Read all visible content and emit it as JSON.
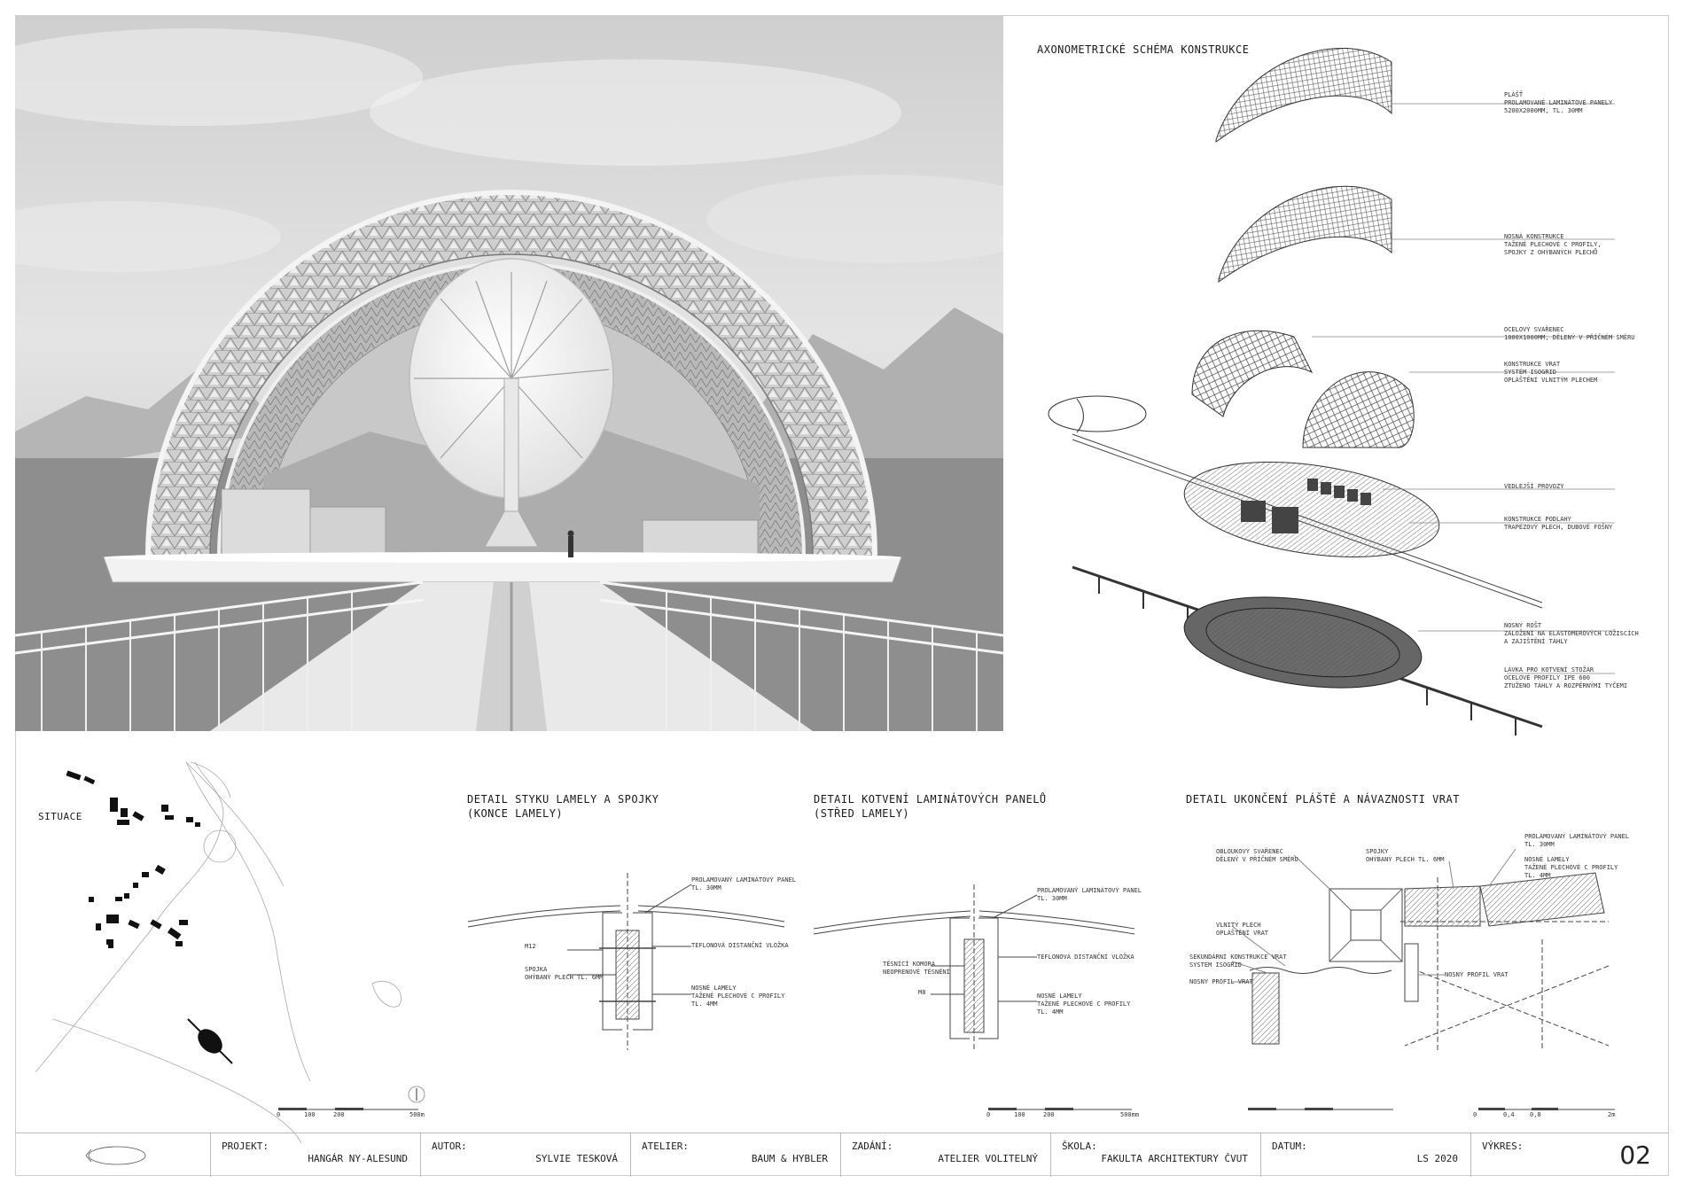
{
  "headings": {
    "axonometry": "AXONOMETRICKÉ SCHÉMA KONSTRUKCE",
    "situation": "SITUACE",
    "detail1": [
      "DETAIL STYKU LAMELY A SPOJKY",
      "(KONCE LAMELY)"
    ],
    "detail2": [
      "DETAIL KOTVENÍ LAMINÁTOVÝCH PANELŮ",
      "(STŘED LAMELY)"
    ],
    "detail3": "DETAIL UKONČENÍ PLÁŠTĚ A NÁVAZNOSTI VRAT"
  },
  "axo_labels": [
    [
      "PLÁŠŤ",
      "PROLAMOVANÉ LAMINÁTOVÉ PANELY",
      "5200x2000mm, TL. 30mm"
    ],
    [
      "NOSNÁ KONSTRUKCE",
      "TAŽENÉ PLECHOVÉ C PROFILY,",
      "SPOJKY Z OHÝBANÝCH PLECHŮ"
    ],
    [
      "OCELOVÝ SVAŘENEC",
      "1000x1000mm, DĚLENÝ V PŘÍČNÉM SMĚRU"
    ],
    [
      "KONSTRUKCE VRAT",
      "SYSTÉM ISOGRID",
      "OPLÁŠTĚNÍ VLNITÝM PLECHEM"
    ],
    [
      "VEDLEJŠÍ PROVOZY"
    ],
    [
      "KONSTRUKCE PODLAHY",
      "TRAPÉZOVÝ PLECH, DUBOVÉ FOŠNY"
    ],
    [
      "NOSNÝ ROŠT",
      "ZALOŽENÍ NA ELASTOMEROVÝCH LOŽISCÍCH",
      "A ZAJIŠTĚNÍ TÁHLY"
    ],
    [
      "LÁVKA PRO KOTVENÍ STOŽÁR",
      "OCELOVÉ PROFILY IPE 600",
      "ZTUŽENO TÁHLY A ROZPĚRNÝMI TYČEMI"
    ]
  ],
  "detail1_labels": {
    "panel": [
      "PROLAMOVANÝ LAMINÁTOVÝ PANEL",
      "TL. 30mm"
    ],
    "insert": [
      "TEFLONOVÁ DISTANČNÍ VLOŽKA"
    ],
    "bolt": [
      "M12"
    ],
    "joint": [
      "SPOJKA",
      "OHÝBANÝ PLECH TL. 6mm"
    ],
    "lamella": [
      "NOSNÉ LAMELY",
      "TAŽENÉ PLECHOVÉ C PROFILY",
      "TL. 4mm"
    ]
  },
  "detail2_labels": {
    "panel": [
      "PROLAMOVANÝ LAMINÁTOVÝ PANEL",
      "TL. 30mm"
    ],
    "insert": [
      "TEFLONOVÁ DISTANČNÍ VLOŽKA"
    ],
    "seal": [
      "TĚSNÍCÍ KOMORA",
      "NEOPRENOVÉ TĚSNĚNÍ"
    ],
    "bolt": [
      "M8"
    ],
    "lamella": [
      "NOSNÉ LAMELY",
      "TAŽENÉ PLECHOVÉ C PROFILY",
      "TL. 4mm"
    ]
  },
  "detail3_labels": {
    "weld": [
      "OBLOUKOVÝ SVAŘENEC",
      "DĚLENÝ V PŘÍČNÉM SMĚRU"
    ],
    "joints": [
      "SPOJKY",
      "OHÝBANÝ PLECH TL. 6mm"
    ],
    "panel": [
      "PROLAMOVANÝ LAMINÁTOVÝ PANEL",
      "TL. 30mm"
    ],
    "lamella": [
      "NOSNÉ LAMELY",
      "TAŽENÉ PLECHOVÉ C PROFILY",
      "TL. 4mm"
    ],
    "sheet": [
      "VLNITÝ PLECH",
      "OPLÁŠTĚNÍ VRAT"
    ],
    "secondary": [
      "SEKUNDÁRNÍ KONSTRUKCE VRAT",
      "SYSTÉM ISOGRID"
    ],
    "gate_profile_left": [
      "NOSNÝ PROFIL VRAT"
    ],
    "gate_profile_right": [
      "NOSNÝ PROFIL VRAT"
    ]
  },
  "scales": {
    "situation": [
      "0",
      "100",
      "200",
      "500m"
    ],
    "detail": [
      "0",
      "100",
      "200",
      "500mm"
    ],
    "detail3": [
      "0",
      "0,4",
      "0,8",
      "2m"
    ]
  },
  "title_block": {
    "projekt_k": "PROJEKT:",
    "projekt_v": "HANGÁR NY-ALESUND",
    "autor_k": "AUTOR:",
    "autor_v": "SYLVIE TESKOVÁ",
    "atelier_k": "ATELIER:",
    "atelier_v": "BAUM & HYBLER",
    "zadani_k": "ZADÁNÍ:",
    "zadani_v": "ATELIER VOLITELNÝ",
    "skola_k": "ŠKOLA:",
    "skola_v": "FAKULTA ARCHITEKTURY ČVUT",
    "datum_k": "DATUM:",
    "datum_v": "LS 2020",
    "vykres_k": "VÝKRES:",
    "vykres_v": "02"
  }
}
